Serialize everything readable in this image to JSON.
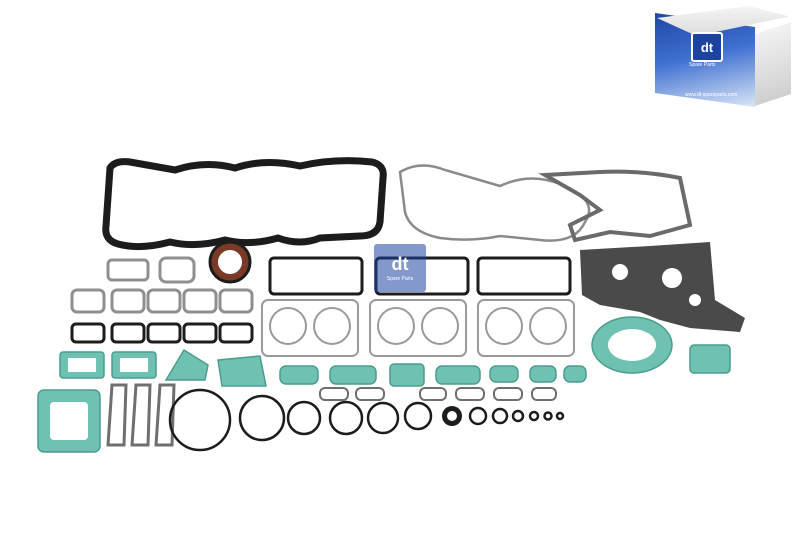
{
  "image": {
    "subject": "engine gasket kit",
    "colors": {
      "black_gasket": "#1c1c1c",
      "green_gasket": "#6fc1b1",
      "grey_gasket": "#9a9a9a",
      "brand_blue": "#1d43a0"
    }
  },
  "brand": {
    "logo_text": "dt",
    "tagline": "Spare Parts",
    "url": "www.dt-spareparts.com"
  },
  "watermark": {
    "logo_text": "dt",
    "tagline": "Spare Parts"
  }
}
